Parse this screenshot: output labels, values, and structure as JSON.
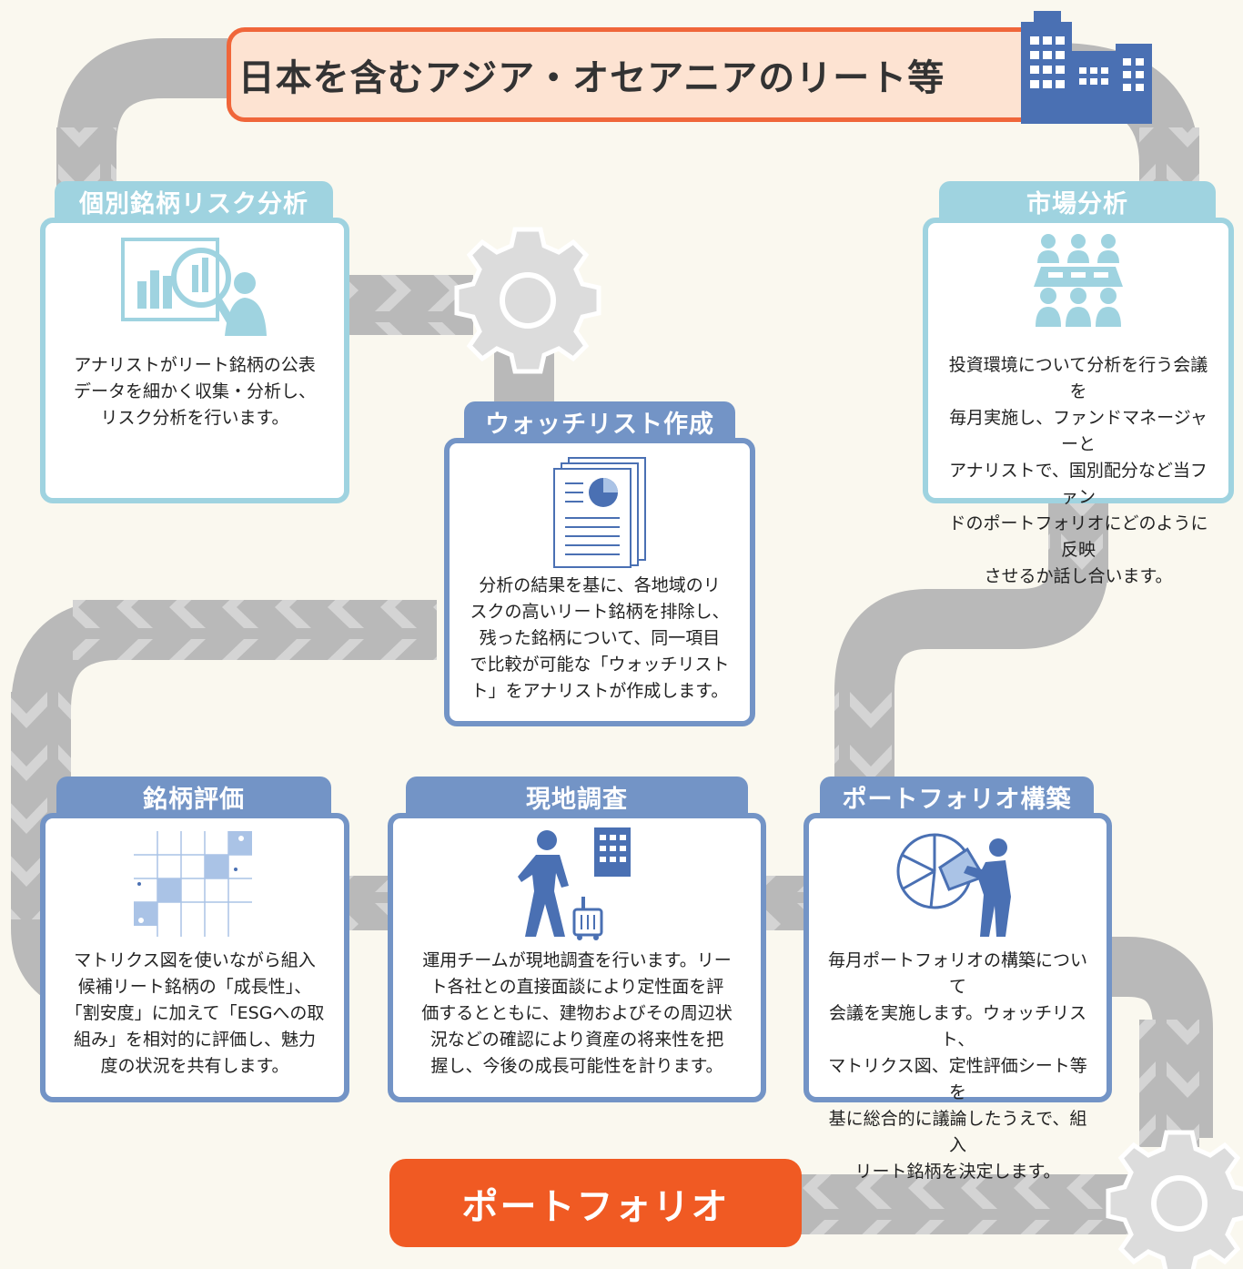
{
  "title": "日本を含むアジア・オセアニアのリート等",
  "colors": {
    "road": "#b9b9b9",
    "road_chevron": "#d2d2d2",
    "title_border": "#f0663a",
    "title_fill": "#fde3d2",
    "teal": "#9fd3e0",
    "blue": "#7394c6",
    "icon_blue": "#4a70b3",
    "icon_light": "#aac3e6",
    "portfolio": "#f05a23"
  },
  "steps": {
    "risk": {
      "label": "個別銘柄リスク分析",
      "icon": "magnifier-chart-analyst-icon",
      "lines": [
        "アナリストがリート銘柄の公表",
        "データを細かく収集・分析し、",
        "リスク分析を行います。"
      ]
    },
    "market": {
      "label": "市場分析",
      "icon": "meeting-icon",
      "lines": [
        "投資環境について分析を行う会議を",
        "毎月実施し、ファンドマネージャーと",
        "アナリストで、国別配分など当ファン",
        "ドのポートフォリオにどのように反映",
        "させるか話し合います。"
      ]
    },
    "watchlist": {
      "label": "ウォッチリスト作成",
      "icon": "document-stack-icon",
      "lines": [
        "分析の結果を基に、各地域のリ",
        "スクの高いリート銘柄を排除し、",
        "残った銘柄について、同一項目",
        "で比較が可能な「ウォッチリスト",
        "ト」をアナリストが作成します。"
      ]
    },
    "evaluation": {
      "label": "銘柄評価",
      "icon": "matrix-grid-icon",
      "lines": [
        "マトリクス図を使いながら組入",
        "候補リート銘柄の「成長性」、",
        "「割安度」に加えて「ESGへの取",
        "組み」を相対的に評価し、魅力",
        "度の状況を共有します。"
      ]
    },
    "survey": {
      "label": "現地調査",
      "icon": "traveler-suitcase-icon",
      "lines": [
        "運用チームが現地調査を行います。リー",
        "ト各社との直接面談により定性面を評",
        "価するとともに、建物およびその周辺状",
        "況などの確認により資産の将来性を把",
        "握し、今後の成長可能性を計ります。"
      ]
    },
    "construction": {
      "label": "ポートフォリオ構築",
      "icon": "pie-chart-person-icon",
      "lines": [
        "毎月ポートフォリオの構築について",
        "会議を実施します。ウォッチリスト、",
        "マトリクス図、定性評価シート等を",
        "基に総合的に議論したうえで、組入",
        "リート銘柄を決定します。"
      ]
    }
  },
  "portfolio": "ポートフォリオ"
}
